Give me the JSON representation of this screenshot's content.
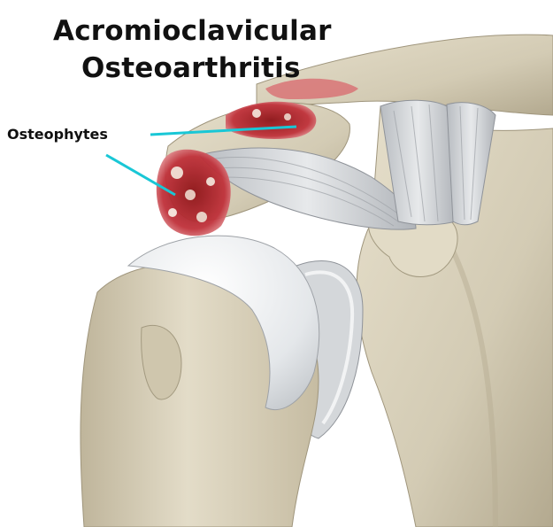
{
  "figure": {
    "title_line_1": "Acromioclavicular",
    "title_line_2": "Osteoarthritis",
    "callout_label": "Osteophytes"
  },
  "colors": {
    "background": "#ffffff",
    "bone": "#d9d2bd",
    "bone_shadow": "#a79e86",
    "cartilage": "#e9ecef",
    "ligament": "#c9ccd0",
    "osteophyte": "#b3262a",
    "callout_line": "#19c7d6",
    "text": "#111111"
  },
  "icons": [
    "shoulder-anatomy-illustration"
  ]
}
